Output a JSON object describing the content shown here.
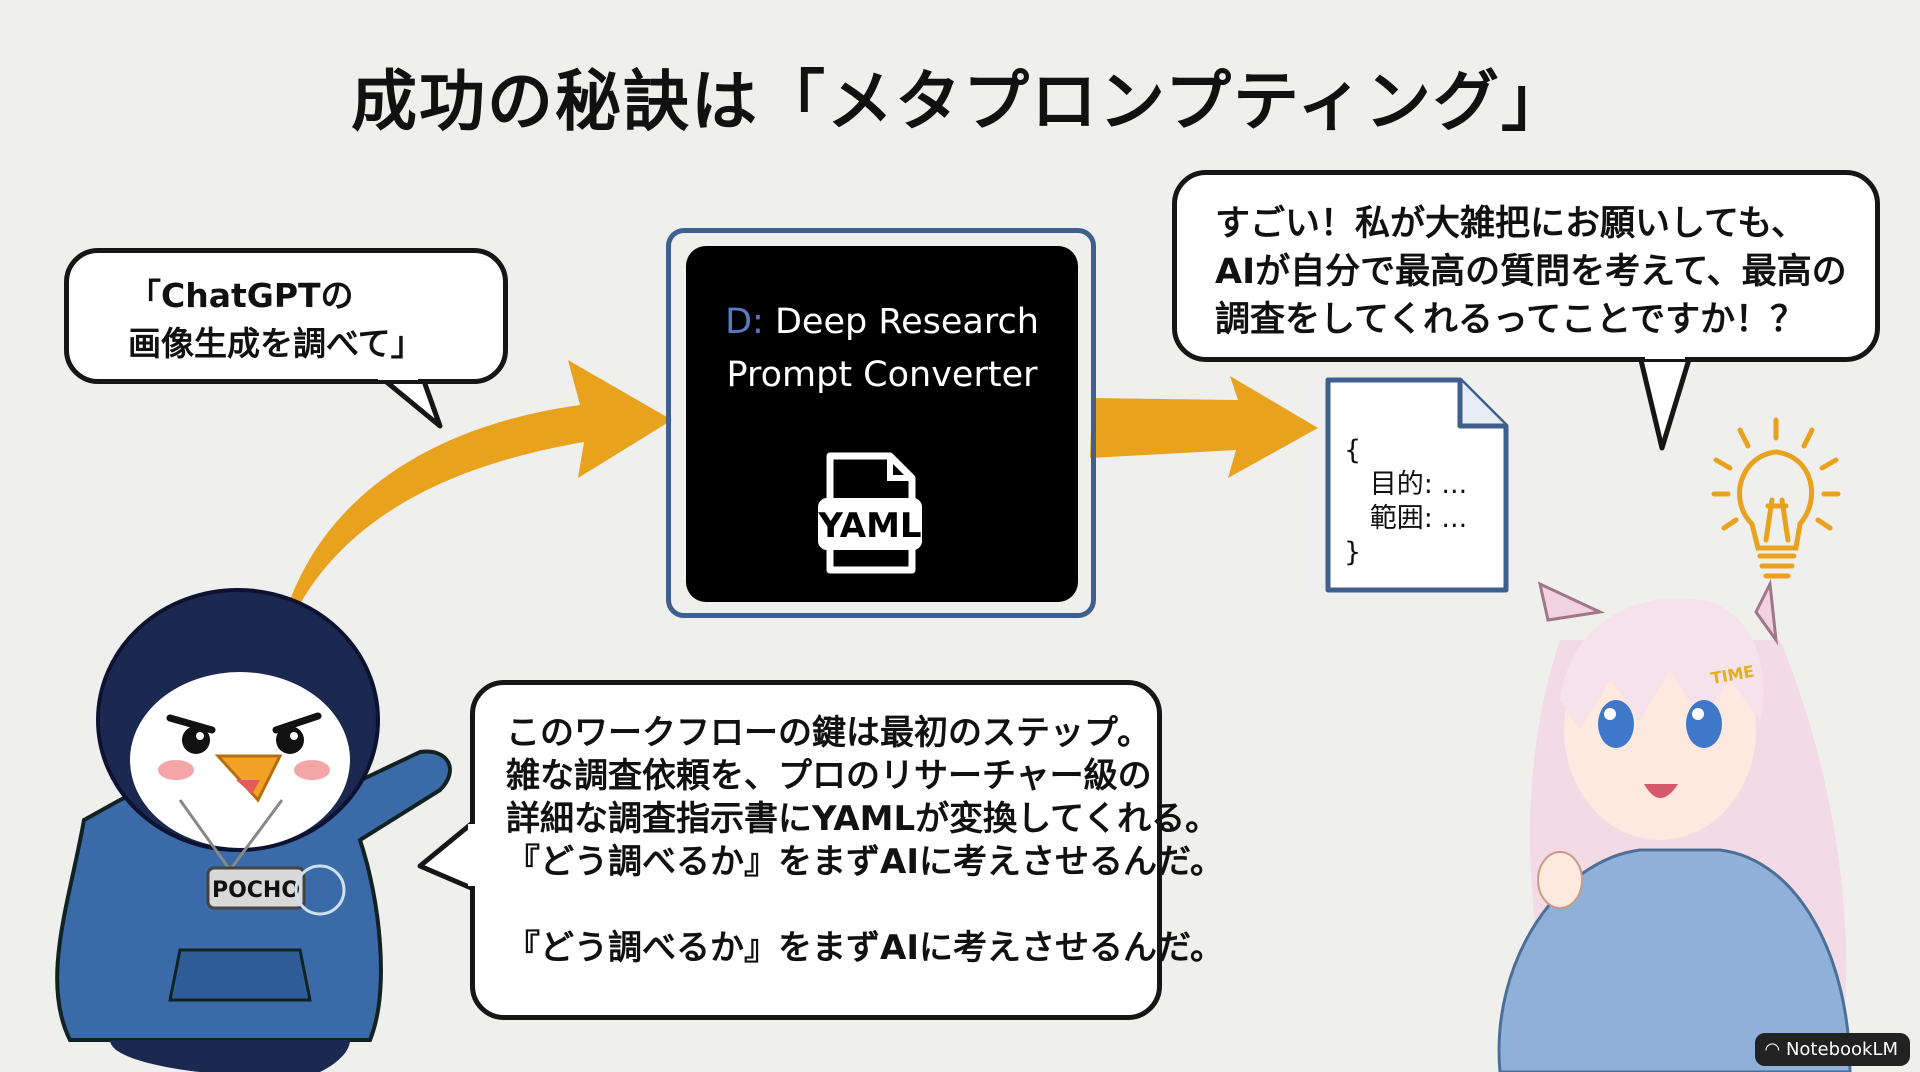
{
  "title": "成功の秘訣は「メタプロンプティング」",
  "bubble_user_request": "「ChatGPTの\n画像生成を調べて」",
  "bubble_girl": "すごい！私が大雑把にお願いしても、\nAIが自分で最高の質問を考えて、最高の\n調査をしてくれるってことですか！？",
  "bubble_penguin": "このワークフローの鍵は最初のステップ。\n雑な調査依頼を、プロのリサーチャー級の\n詳細な調査指示書にYAMLが変換してくれる。\n『どう調べるか』をまずAIに考えさせるんだ。\n\n『どう調べるか』をまずAIに考えさせるんだ。",
  "converter": {
    "prefix": "D:",
    "title": " Deep Research\nPrompt Converter",
    "file_label": "YAML"
  },
  "output_doc": "{\n   目的: ...\n   範囲: ...\n}",
  "penguin_badge": "POCHO",
  "girl_hairclip": "TIME",
  "badge": "NotebookLM",
  "colors": {
    "arrow": "#e9a21e",
    "frame": "#3f5f8c",
    "hoodie": "#3a6ba8",
    "penguin": "#1b2850",
    "bulb": "#e9a21e"
  },
  "icons": [
    "yaml-file-icon",
    "document-icon",
    "lightbulb-icon",
    "notebooklm-icon"
  ]
}
